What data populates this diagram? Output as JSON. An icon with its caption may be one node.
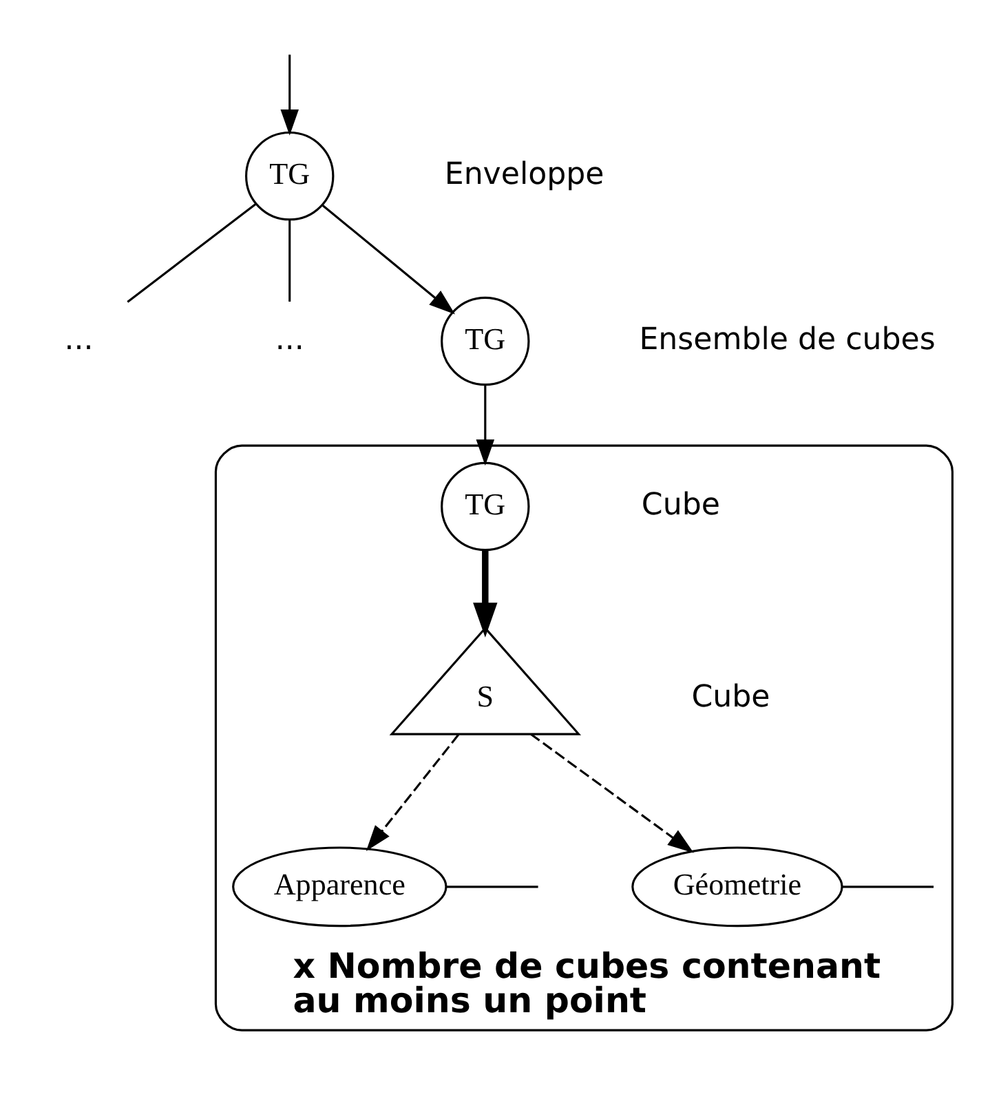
{
  "diagram": {
    "nodes": [
      {
        "text": [
          "TG"
        ],
        "beside": [
          "Enveloppe"
        ]
      },
      {
        "text": [
          "..."
        ]
      },
      {
        "text": [
          "..."
        ]
      },
      {
        "text": [
          "TG"
        ],
        "beside": [
          "Ensemble de cubes"
        ]
      },
      {
        "text": [
          "x Nombre de cubes contenant au moins un point"
        ]
      },
      {
        "text": [
          "TG"
        ],
        "beside": [
          "Cube"
        ],
        "in": 4
      },
      {
        "text": [
          "S"
        ],
        "beside": [
          "Cube"
        ],
        "in": 4
      },
      {
        "text": [
          "Apparence"
        ],
        "in": 4
      },
      {
        "text": [
          "Géometrie"
        ],
        "in": 4
      }
    ],
    "edges": [
      {
        "from": null,
        "to": 0,
        "arrow": "to"
      },
      {
        "from": 0,
        "to": 1,
        "arrow": "none"
      },
      {
        "from": 0,
        "to": 2,
        "arrow": "none"
      },
      {
        "from": 0,
        "to": 3,
        "arrow": "to"
      },
      {
        "from": 3,
        "to": 5,
        "arrow": "to"
      },
      {
        "from": 5,
        "to": 6,
        "arrow": "to",
        "style": "thick"
      },
      {
        "from": 6,
        "to": 7,
        "arrow": "to",
        "style": "dashed"
      },
      {
        "from": 6,
        "to": 8,
        "arrow": "to",
        "style": "dashed"
      },
      {
        "from": 7,
        "to": null,
        "arrow": "none"
      },
      {
        "from": 8,
        "to": null,
        "arrow": "none"
      }
    ]
  }
}
